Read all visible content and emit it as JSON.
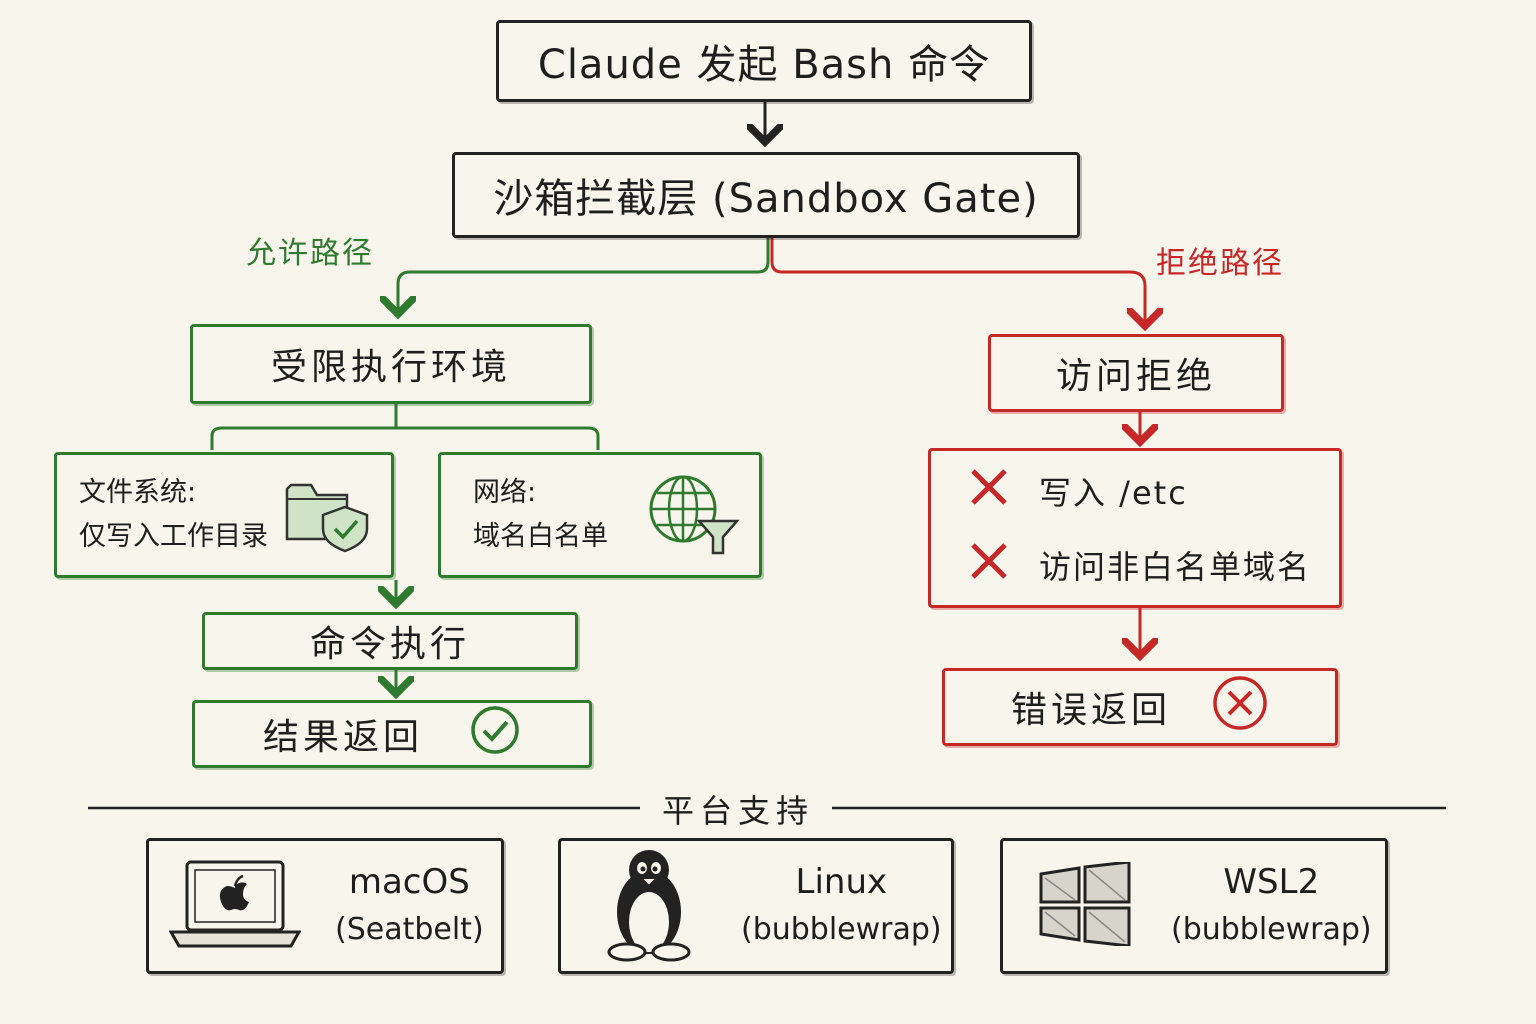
{
  "top": {
    "title": "Claude 发起 Bash 命令"
  },
  "gate": {
    "title": "沙箱拦截层 (Sandbox Gate)"
  },
  "allow": {
    "path_label": "允许路径",
    "env": "受限执行环境",
    "fs_title": "文件系统:",
    "fs_desc": "仅写入工作目录",
    "net_title": "网络:",
    "net_desc": "域名白名单",
    "exec": "命令执行",
    "result": "结果返回"
  },
  "deny": {
    "path_label": "拒绝路径",
    "title": "访问拒绝",
    "items": [
      "写入 /etc",
      "访问非白名单域名"
    ],
    "error": "错误返回"
  },
  "platforms": {
    "heading": "平台支持",
    "items": [
      {
        "name": "macOS",
        "engine": "(Seatbelt)",
        "icon": "apple-laptop-icon"
      },
      {
        "name": "Linux",
        "engine": "(bubblewrap)",
        "icon": "tux-penguin-icon"
      },
      {
        "name": "WSL2",
        "engine": "(bubblewrap)",
        "icon": "windows-logo-icon"
      }
    ]
  },
  "colors": {
    "allow": "#2e7a2e",
    "deny": "#c62828",
    "ink": "#222222",
    "background": "#f8f5ec"
  }
}
